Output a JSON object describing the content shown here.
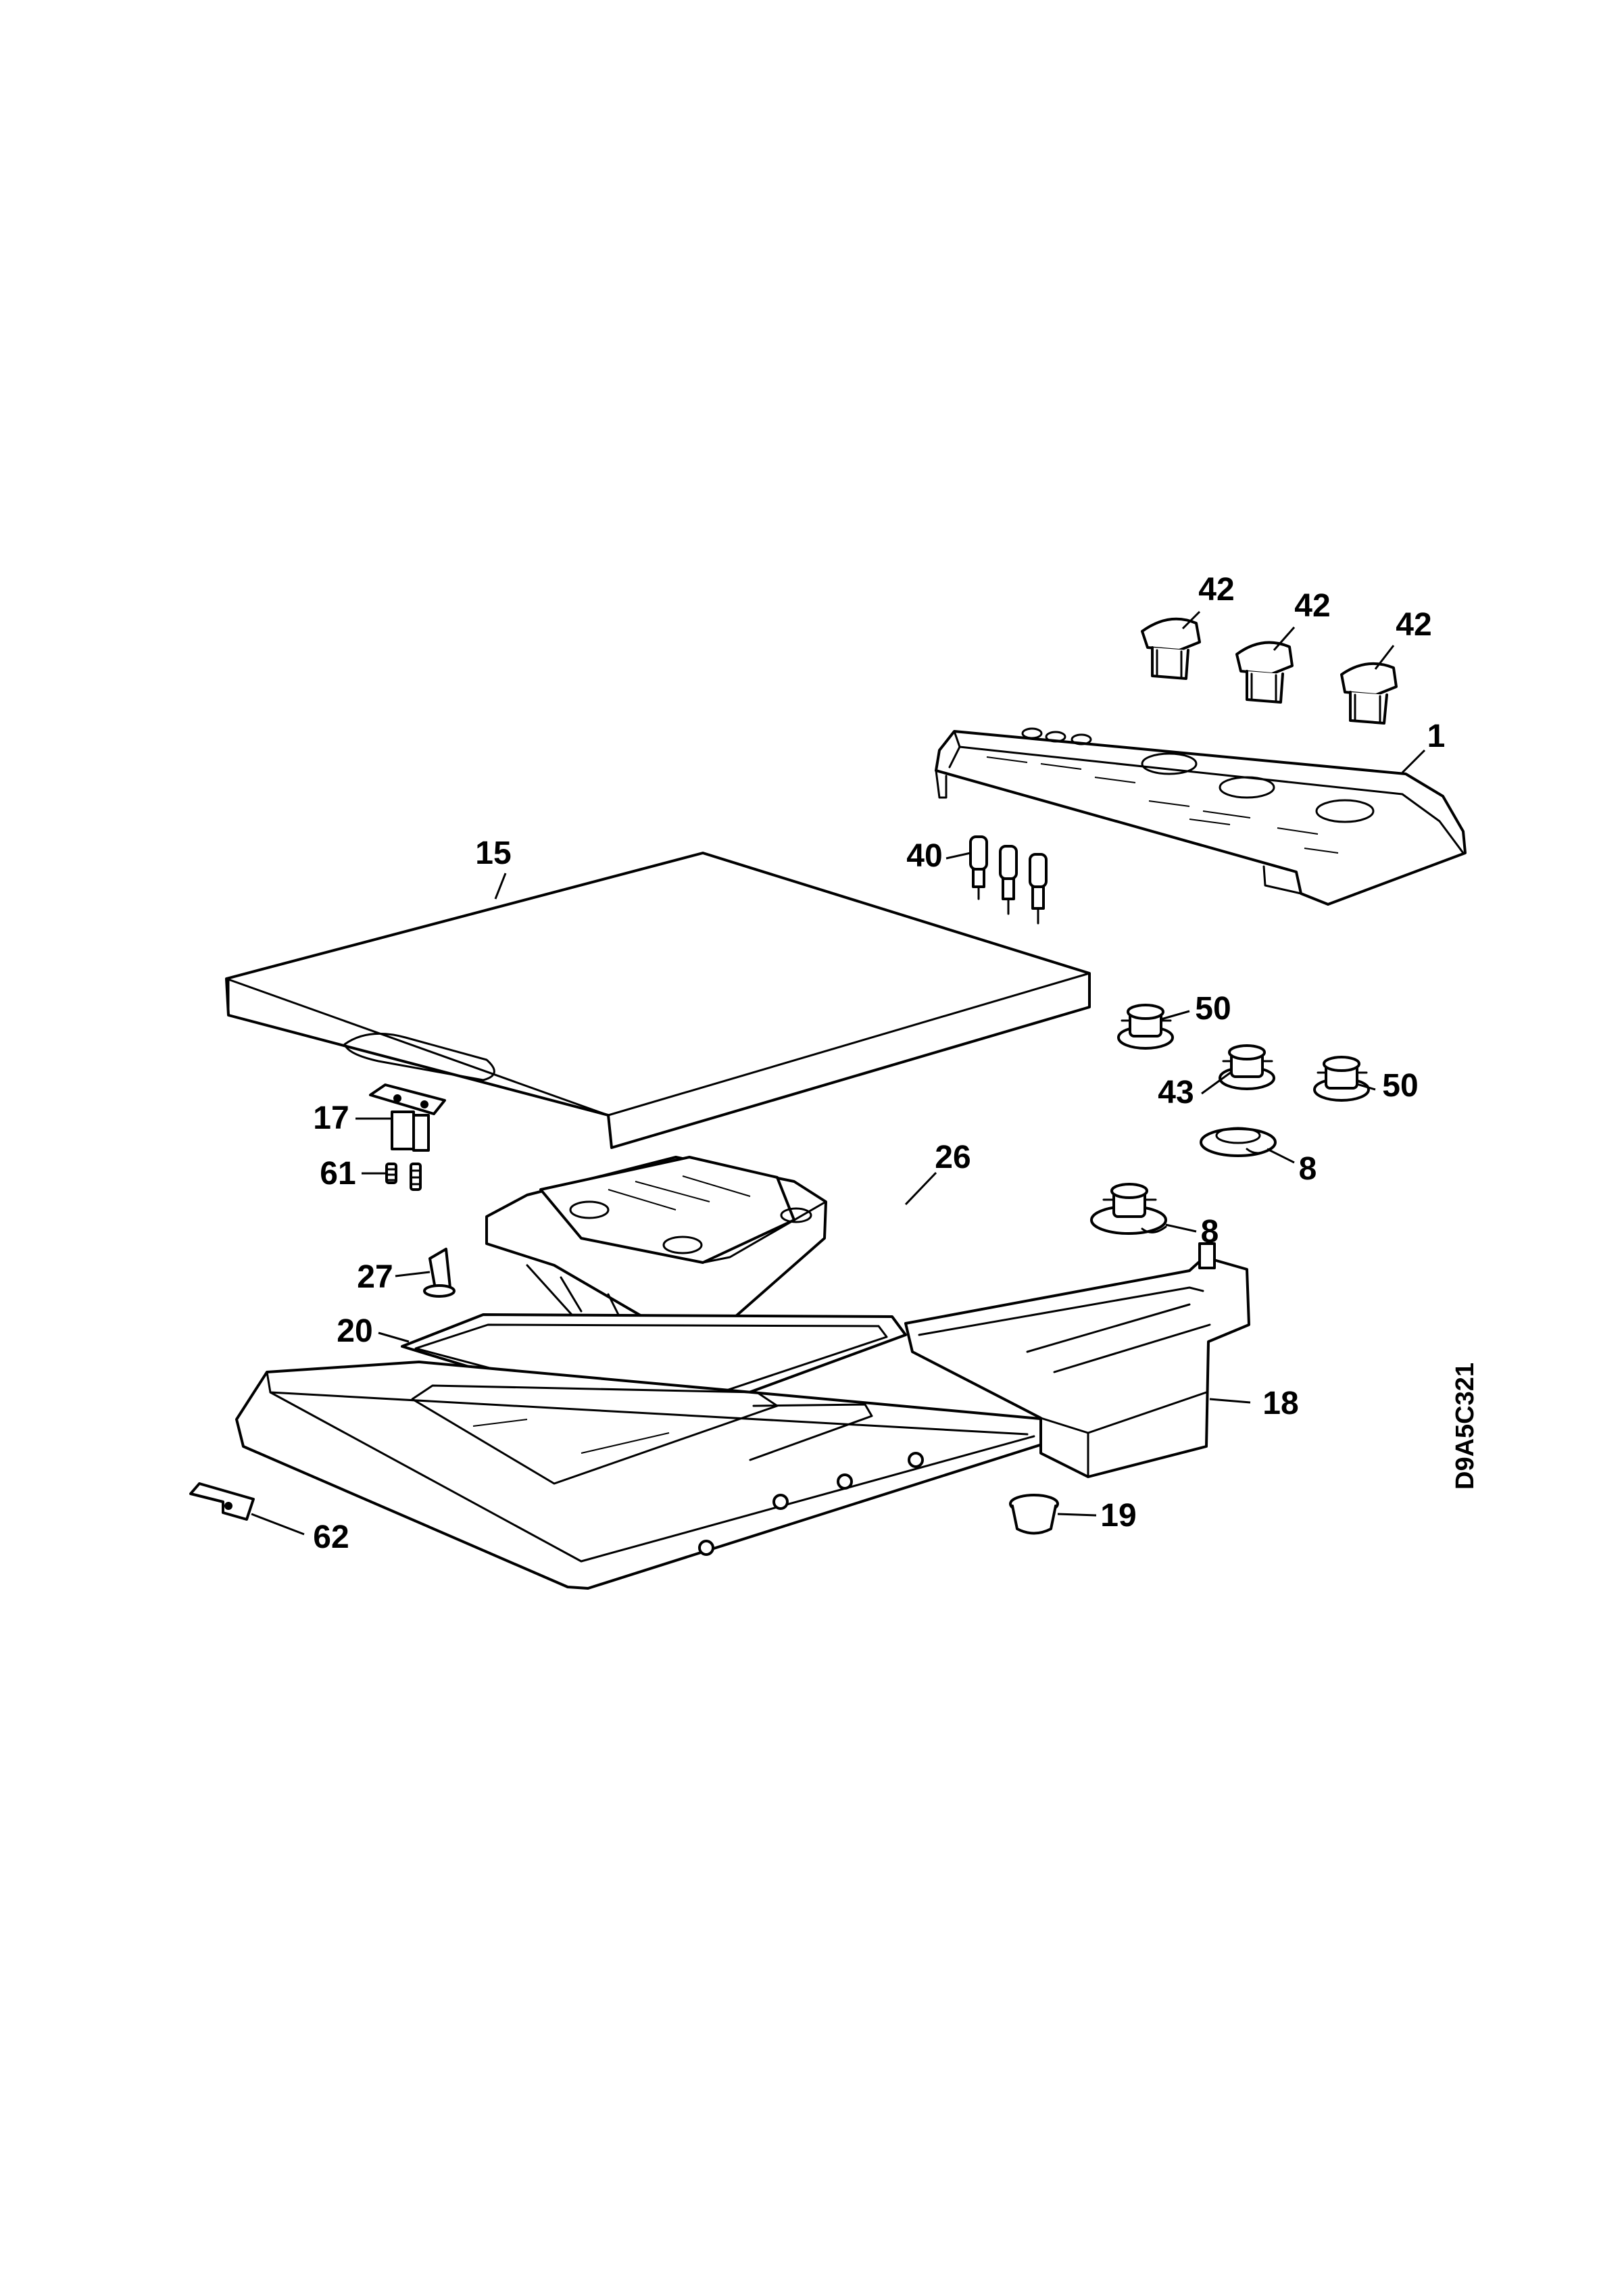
{
  "diagram": {
    "drawing_id": "D9A5C321",
    "callouts": [
      {
        "id": "knob-a",
        "label": "42"
      },
      {
        "id": "knob-b",
        "label": "42"
      },
      {
        "id": "knob-c",
        "label": "42"
      },
      {
        "id": "control-panel",
        "label": "1"
      },
      {
        "id": "lid",
        "label": "15"
      },
      {
        "id": "pushbuttons",
        "label": "40"
      },
      {
        "id": "switch-a",
        "label": "50"
      },
      {
        "id": "switch-b",
        "label": "43"
      },
      {
        "id": "switch-c",
        "label": "50"
      },
      {
        "id": "ring-a",
        "label": "8"
      },
      {
        "id": "ring-b",
        "label": "8"
      },
      {
        "id": "hinge",
        "label": "17"
      },
      {
        "id": "screws",
        "label": "61"
      },
      {
        "id": "dispenser",
        "label": "26"
      },
      {
        "id": "clip",
        "label": "27"
      },
      {
        "id": "gasket",
        "label": "20"
      },
      {
        "id": "support-bracket",
        "label": "18"
      },
      {
        "id": "foot",
        "label": "19"
      },
      {
        "id": "bracket-small",
        "label": "62"
      }
    ]
  }
}
